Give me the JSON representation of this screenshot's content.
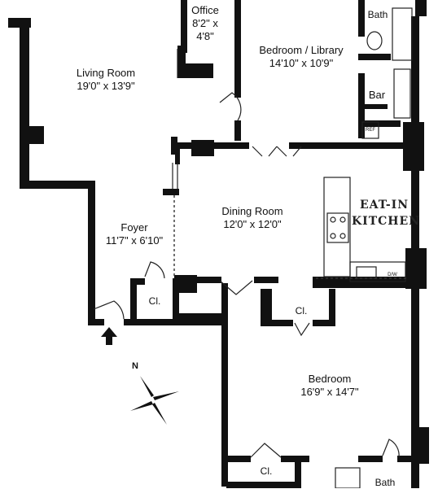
{
  "rooms": {
    "office": {
      "name": "Office",
      "dim_w": "8'2\" x",
      "dim_h": "4'8\""
    },
    "bedroom_library": {
      "name": "Bedroom / Library",
      "dims": "14'10\" x 10'9\""
    },
    "bath_top": {
      "name": "Bath"
    },
    "living_room": {
      "name": "Living Room",
      "dims": "19'0\" x 13'9\""
    },
    "bar": {
      "name": "Bar"
    },
    "dining_room": {
      "name": "Dining Room",
      "dims": "12'0\" x 12'0\""
    },
    "kitchen": {
      "line1": "EAT-IN",
      "line2": "KITCHEN"
    },
    "foyer": {
      "name": "Foyer",
      "dims": "11'7\" x 6'10\""
    },
    "closet_foyer": {
      "name": "Cl."
    },
    "closet_mid": {
      "name": "Cl."
    },
    "closet_bottom": {
      "name": "Cl."
    },
    "bedroom": {
      "name": "Bedroom",
      "dims": "16'9\" x 14'7\""
    },
    "bath_bottom": {
      "name": "Bath"
    }
  },
  "fixtures": {
    "fridge_label": "REF",
    "dishwasher_label": "D/W"
  },
  "compass": {
    "north": "N"
  }
}
